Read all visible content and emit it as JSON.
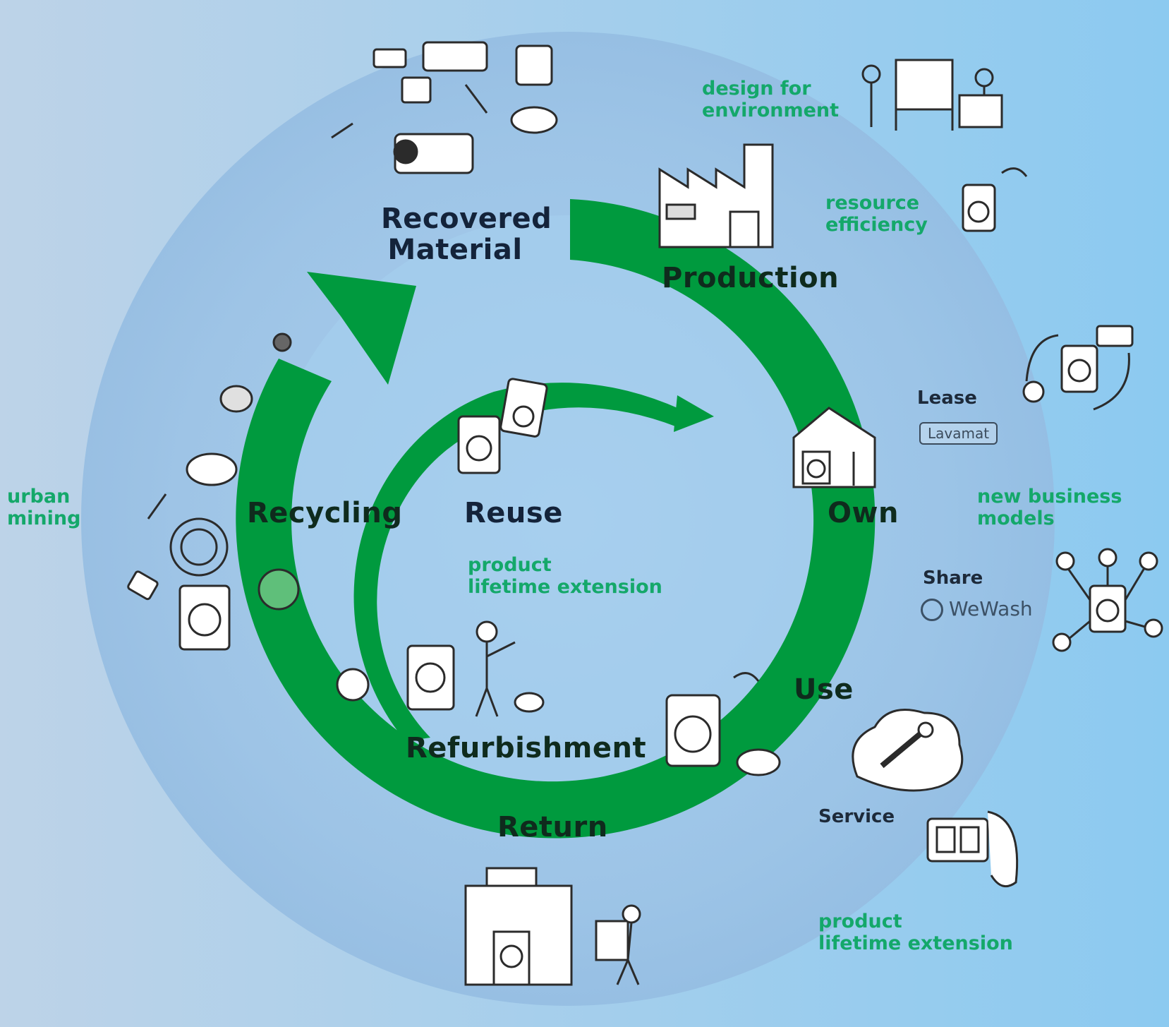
{
  "colors": {
    "cycle_green": "#009a3e",
    "background_left": "#bdd3e8",
    "background_right": "#8ccaf0",
    "note_green": "#14a86a"
  },
  "icons": [
    "parts-pile-icon",
    "designers-whiteboard-icon",
    "factory-icon",
    "phone-washer-icon",
    "house-icon",
    "lease-cycle-icon",
    "share-network-icon",
    "service-wrench-icon",
    "repair-kit-icon",
    "return-depot-icon",
    "courier-icon",
    "refurbish-worker-icon",
    "reuse-washers-icon",
    "urban-mining-parts-icon",
    "washer-in-use-icon"
  ],
  "labels": {
    "recovered_material": "Recovered\nMaterial",
    "production": "Production",
    "own": "Own",
    "use": "Use",
    "return": "Return",
    "refurbishment": "Refurbishment",
    "recycling": "Recycling",
    "reuse": "Reuse",
    "design_for_environment": "design for\nenvironment",
    "resource_efficiency": "resource\nefficiency",
    "new_business_models": "new business\nmodels",
    "lease": "Lease",
    "lease_badge": "Lavamat",
    "share": "Share",
    "share_brand": "WeWash",
    "service": "Service",
    "product_lifetime_extension_inner": "product\nlifetime extension",
    "product_lifetime_extension_outer": "product\nlifetime extension",
    "urban_mining": "urban\nmining"
  }
}
